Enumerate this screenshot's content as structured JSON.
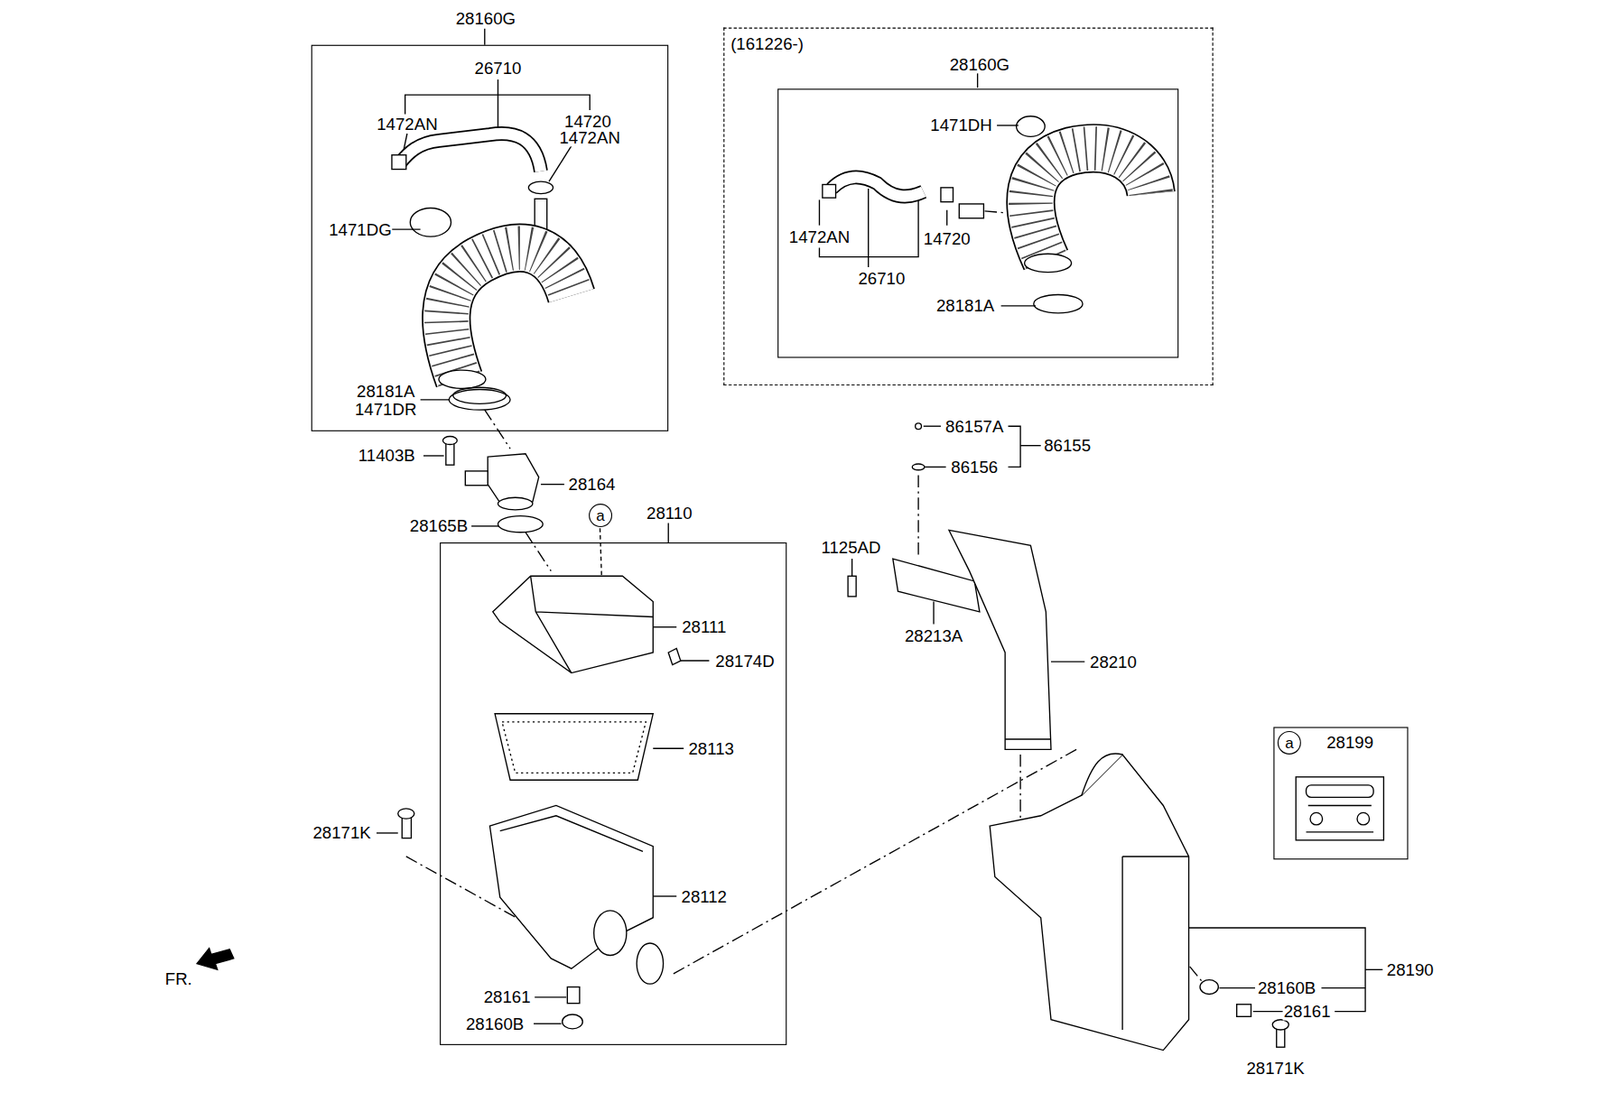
{
  "diagram": {
    "nodes": [
      {
        "text": [
          "28160G"
        ]
      },
      {
        "text": [
          "(161226-)"
        ]
      },
      {
        "text": [
          "28160G"
        ],
        "in": 1
      },
      {
        "text": [
          "28110"
        ]
      },
      {
        "text": [
          "a"
        ]
      },
      {
        "text": [
          "28199"
        ]
      },
      {
        "text": [
          "a"
        ],
        "in": 5
      }
    ],
    "labels": [
      "26710",
      "1472AN",
      "14720",
      "1472AN",
      "1471DG",
      "28181A",
      "1471DR",
      "1471DH",
      "1472AN",
      "14720",
      "26710",
      "28181A",
      "86157A",
      "86155",
      "86156",
      "11403B",
      "28164",
      "28165B",
      "1125AD",
      "28111",
      "28213A",
      "28174D",
      "28210",
      "28113",
      "28171K",
      "28112",
      "FR.",
      "28190",
      "28160B",
      "28161",
      "28161",
      "28160B",
      "28171K"
    ]
  }
}
